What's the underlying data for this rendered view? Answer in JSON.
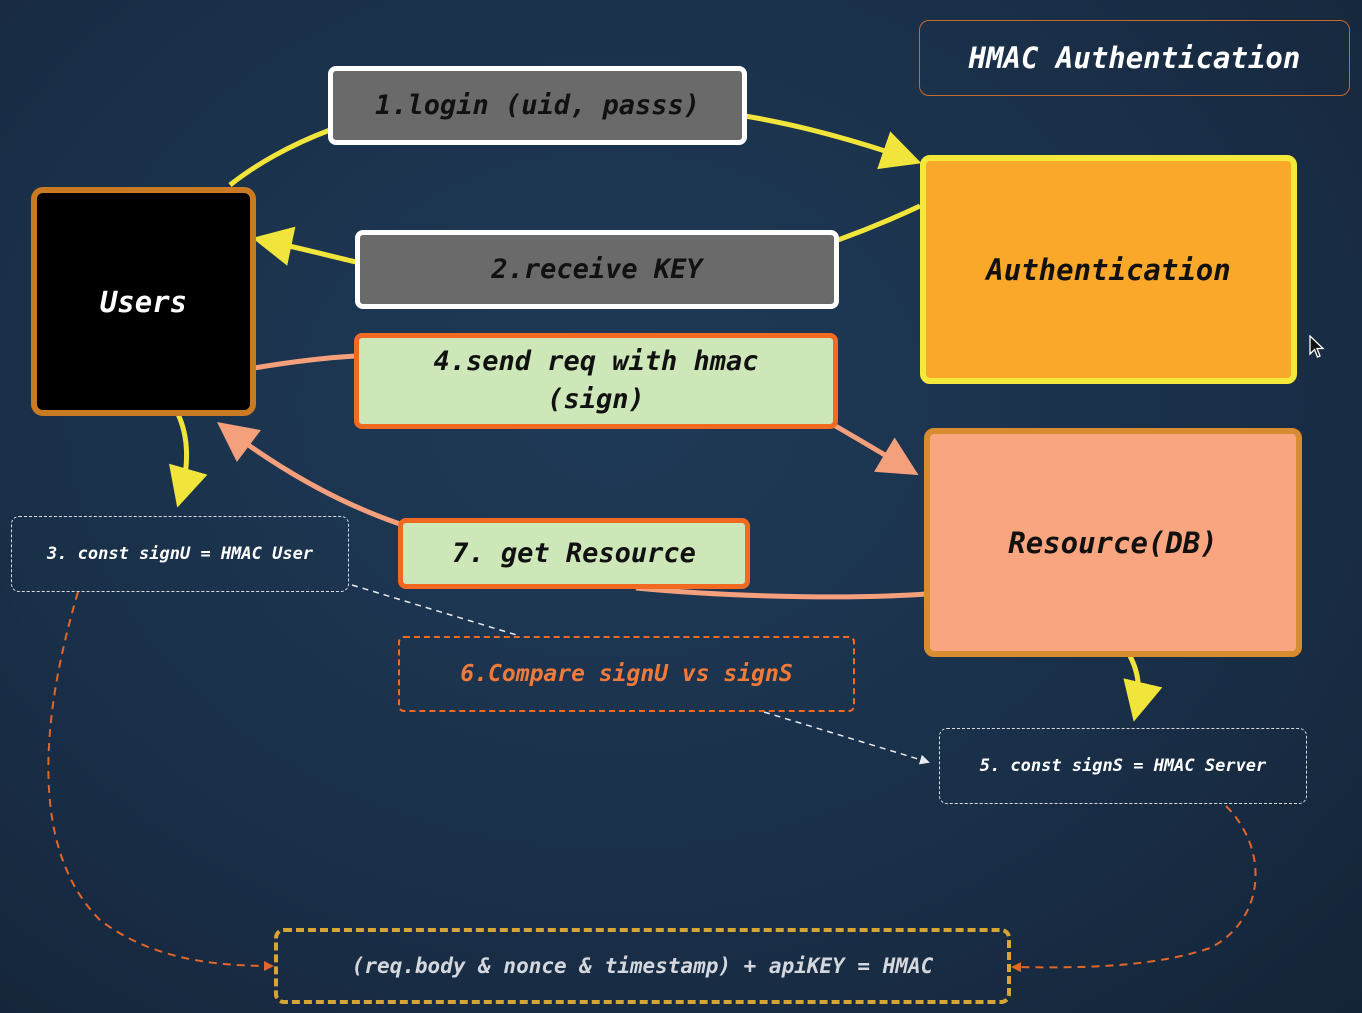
{
  "title": "HMAC Authentication",
  "nodes": {
    "users": "Users",
    "authentication": "Authentication",
    "resource": "Resource(DB)"
  },
  "steps": {
    "login": "1.login (uid, passs)",
    "receive_key": "2.receive KEY",
    "sign_user": "3. const signU = HMAC User",
    "send_request_line1": "4.send req with hmac",
    "send_request_line2": "(sign)",
    "sign_server": "5. const signS = HMAC Server",
    "compare": "6.Compare signU vs signS",
    "get_resource": "7. get Resource"
  },
  "formula": "(req.body & nonce & timestamp) + apiKEY = HMAC",
  "colors": {
    "background": "#1a3049",
    "yellow_arrow": "#f1e43a",
    "salmon_arrow": "#f4a07c",
    "orange_dashed": "#e0662a",
    "white_dashed": "#d8dde4",
    "auth_fill": "#f9a82a",
    "resource_fill": "#f9a680",
    "step_green_fill": "#cde7b9",
    "step_grey_fill": "#6a6a6a"
  }
}
